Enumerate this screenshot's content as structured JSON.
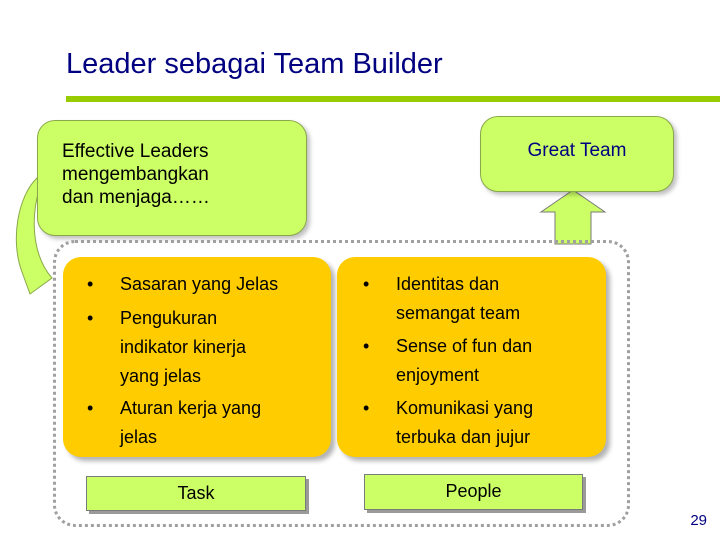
{
  "slide": {
    "title": "Leader sebagai Team Builder",
    "page_number": "29"
  },
  "boxes": {
    "effective_leaders": {
      "lines": [
        "Effective Leaders",
        "mengembangkan",
        "dan menjaga……"
      ]
    },
    "great_team": "Great Team"
  },
  "task_panel": {
    "bullet_symbol": "•",
    "items": [
      {
        "lines": [
          "Sasaran yang Jelas"
        ]
      },
      {
        "lines": [
          "Pengukuran",
          "indikator kinerja",
          "yang jelas"
        ]
      },
      {
        "lines": [
          "Aturan kerja yang",
          "jelas"
        ]
      }
    ],
    "label": "Task"
  },
  "people_panel": {
    "bullet_symbol": "•",
    "items": [
      {
        "lines": [
          "Identitas dan",
          "semangat team"
        ]
      },
      {
        "lines": [
          "Sense of fun dan",
          "enjoyment"
        ]
      },
      {
        "lines": [
          "Komunikasi yang",
          "terbuka dan jujur"
        ]
      }
    ],
    "label": "People"
  },
  "colors": {
    "title": "#000080",
    "accent_rule": "#99cc00",
    "green_box": "#ccff66",
    "yellow_panel": "#ffcc00",
    "frame": "#a0a0a0"
  }
}
